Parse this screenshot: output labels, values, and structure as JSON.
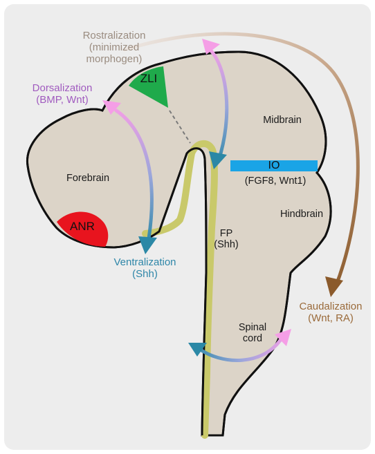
{
  "labels": {
    "rostralization": {
      "line1": "Rostralization",
      "line2": "(minimized",
      "line3": "morphogen)"
    },
    "dorsalization": {
      "line1": "Dorsalization",
      "line2": "(BMP, Wnt)"
    },
    "ventralization": {
      "line1": "Ventralization",
      "line2": "(Shh)"
    },
    "caudalization": {
      "line1": "Caudalization",
      "line2": "(Wnt, RA)"
    },
    "zli": "ZLI",
    "anr": "ANR",
    "io": "IO",
    "io_factors": "(FGF8, Wnt1)",
    "forebrain": "Forebrain",
    "midbrain": "Midbrain",
    "hindbrain": "Hindbrain",
    "floor_plate": {
      "line1": "FP",
      "line2": "(Shh)"
    },
    "spinal_cord": {
      "line1": "Spinal",
      "line2": "cord"
    }
  },
  "colors": {
    "background": "#ededed",
    "tissue": "#dcd4c8",
    "outline": "#111111",
    "floor_plate": "#c9c96a",
    "zli": "#1faa4b",
    "anr": "#e8141e",
    "io": "#1aa4e6",
    "rostral_caudal_arrow": "#8b5a2b",
    "dorsal_pink": "#f59ee6",
    "ventral_teal": "#2b88a6",
    "rostral_text": "#9a8c80",
    "dorsal_text": "#a05bbf",
    "ventral_text": "#2e86a8",
    "caudal_text": "#9a6a3a"
  }
}
